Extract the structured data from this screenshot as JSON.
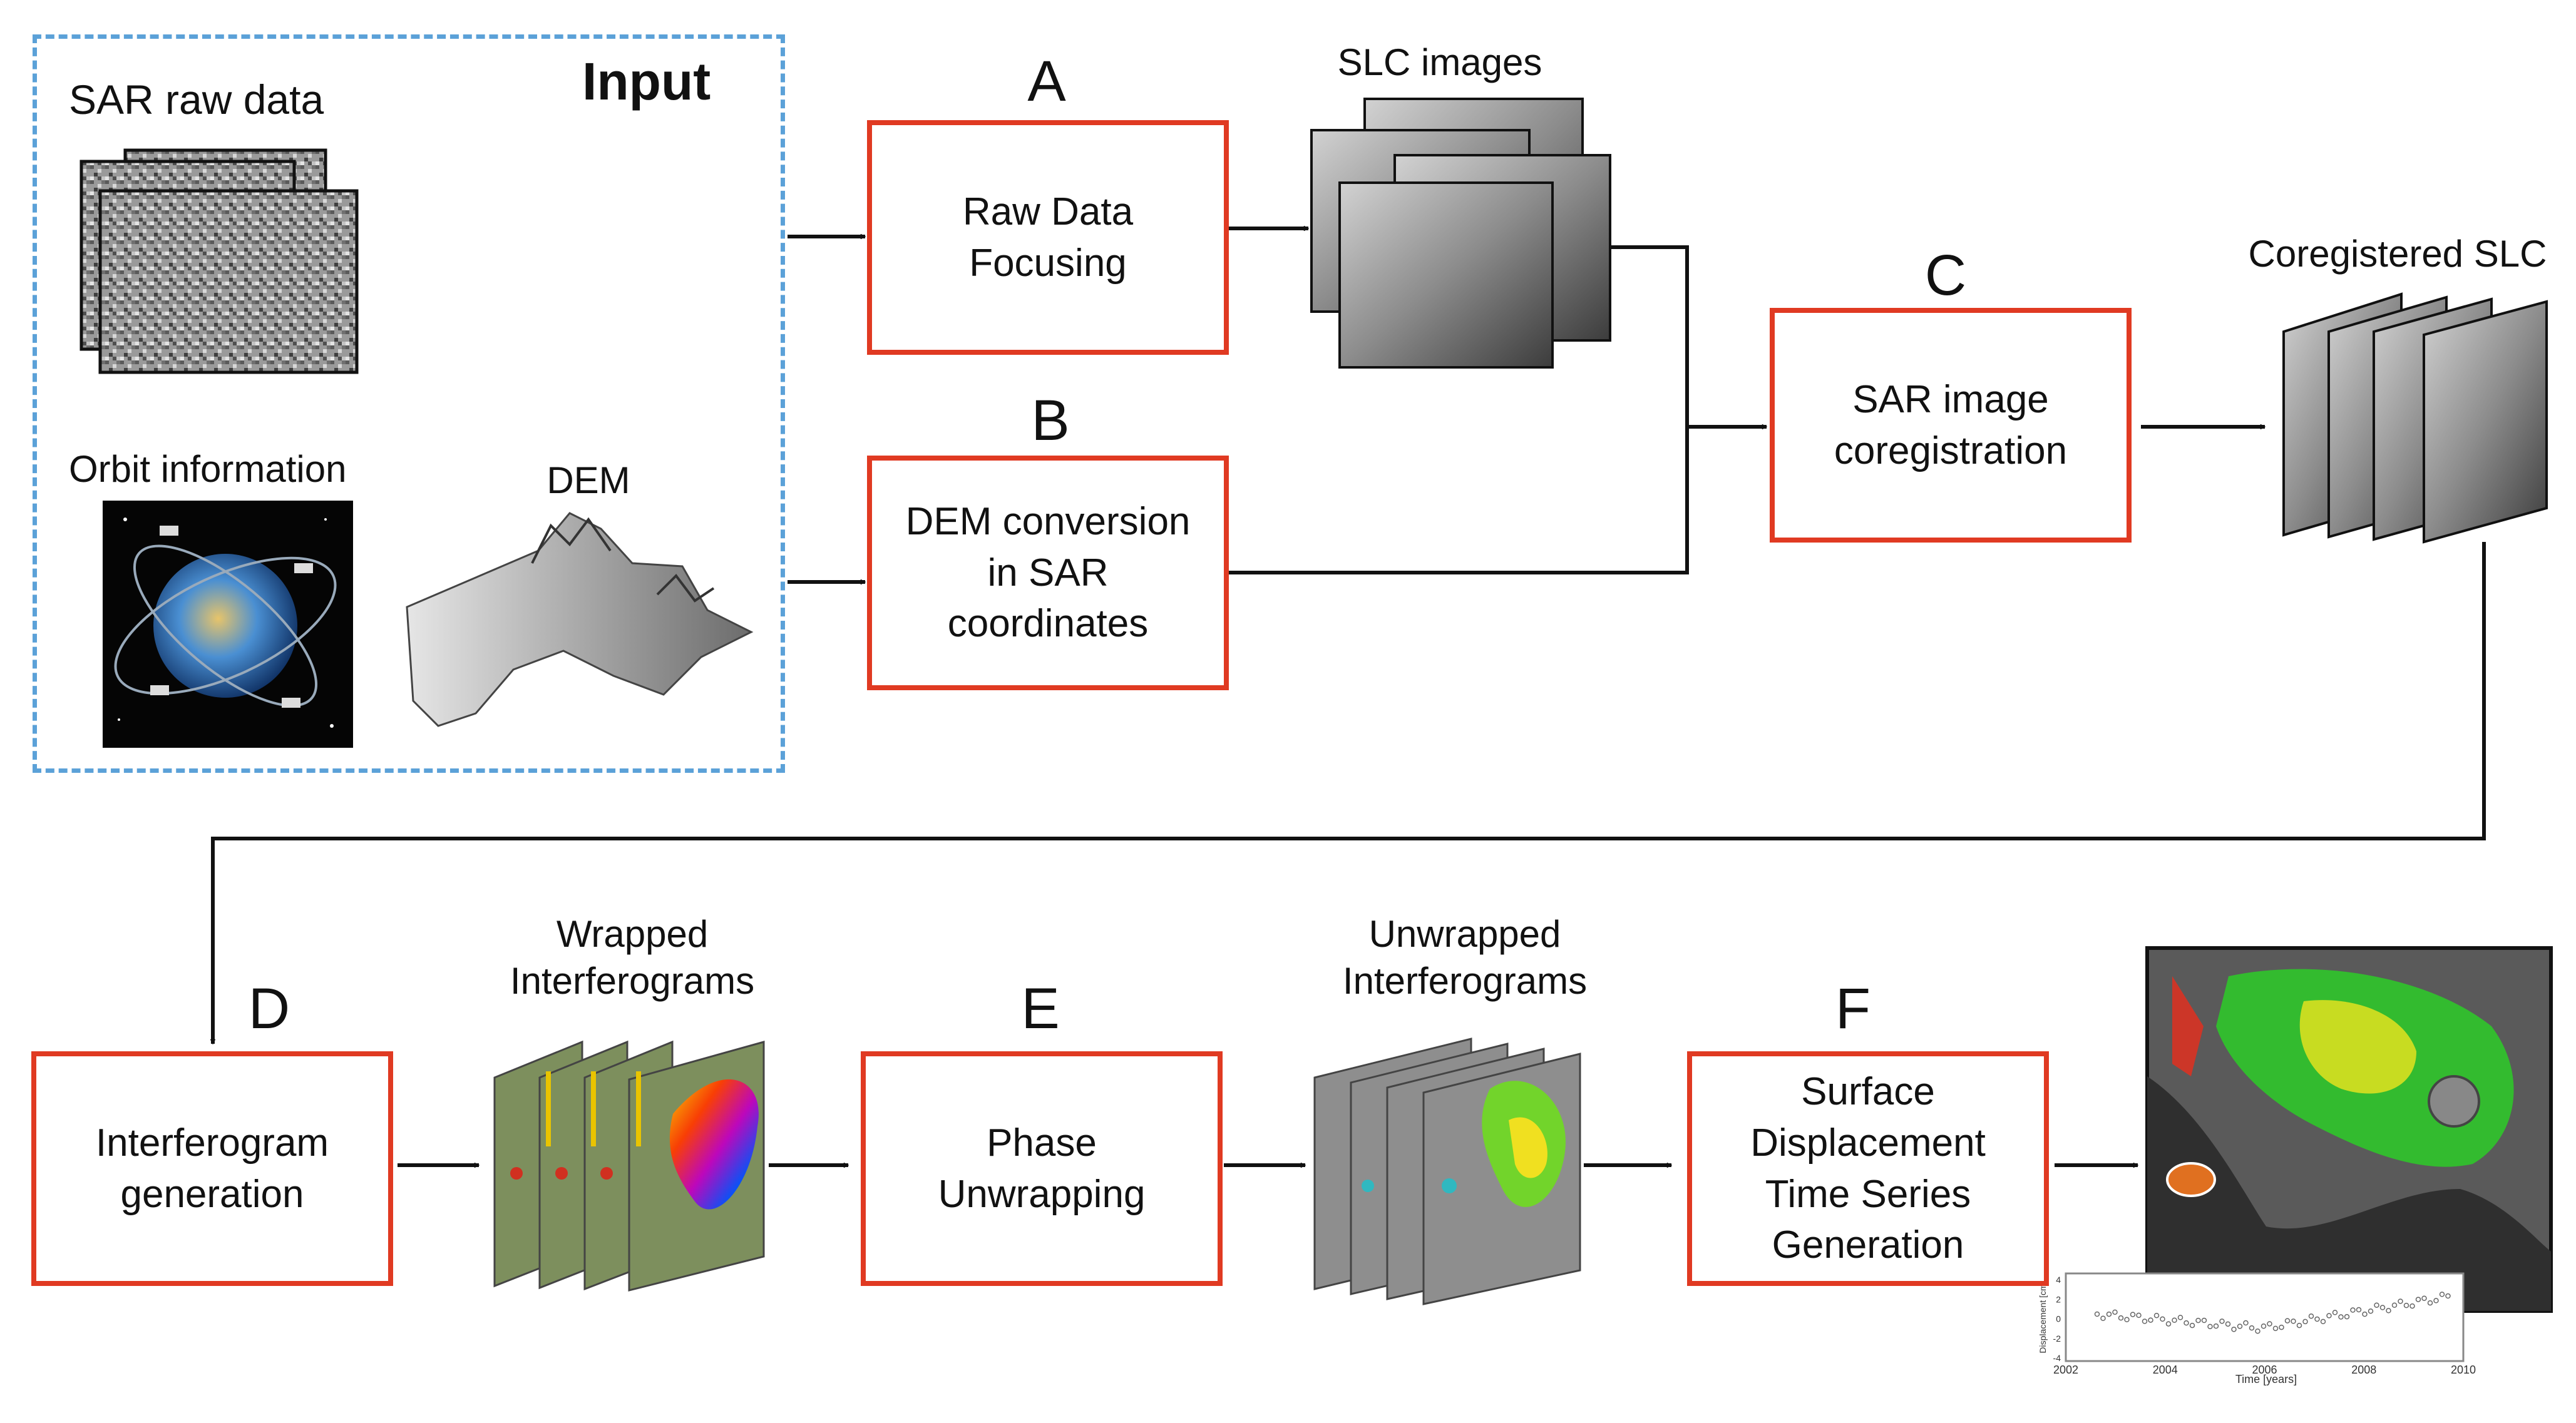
{
  "input": {
    "title": "Input",
    "sar_raw_data": "SAR raw data",
    "orbit_information": "Orbit information",
    "dem": "DEM"
  },
  "steps": [
    {
      "letter": "A",
      "label": "Raw Data\nFocusing"
    },
    {
      "letter": "B",
      "label": "DEM conversion\nin SAR\ncoordinates"
    },
    {
      "letter": "C",
      "label": "SAR image\ncoregistration"
    },
    {
      "letter": "D",
      "label": "Interferogram\ngeneration"
    },
    {
      "letter": "E",
      "label": "Phase\nUnwrapping"
    },
    {
      "letter": "F",
      "label": "Surface\nDisplacement\nTime Series\nGeneration"
    }
  ],
  "products": {
    "slc_images": "SLC images",
    "coregistered_slc": "Coregistered SLC",
    "wrapped_interferograms": "Wrapped\nInterferograms",
    "unwrapped_interferograms": "Unwrapped\nInterferograms"
  },
  "timeseries": {
    "ylabel": "Displacement [cm]",
    "xlabel": "Time [years]",
    "xticks": [
      "2002",
      "2004",
      "2006",
      "2008",
      "2010"
    ],
    "yticks": [
      "4",
      "2",
      "0",
      "-2",
      "-4"
    ]
  },
  "colors": {
    "box_border": "#e03a22",
    "input_border": "#5ba1d8",
    "arrow": "#111111"
  }
}
